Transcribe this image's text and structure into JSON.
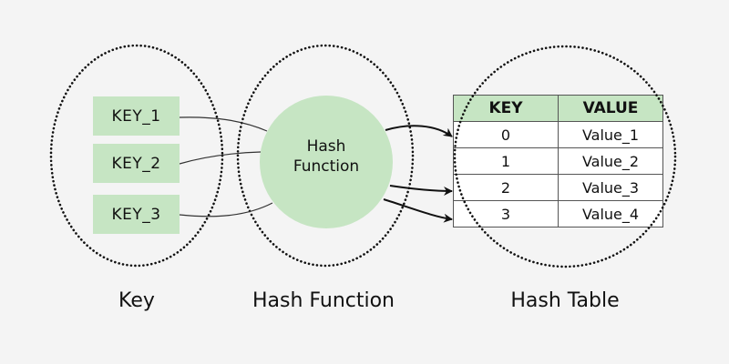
{
  "colors": {
    "background": "#f4f4f4",
    "accent_green": "#c6e5c3",
    "line": "#222222"
  },
  "keys_group": {
    "items": [
      "KEY_1",
      "KEY_2",
      "KEY_3"
    ],
    "label": "Key"
  },
  "hash_function": {
    "circle_text_line1": "Hash",
    "circle_text_line2": "Function",
    "label": "Hash Function"
  },
  "hash_table": {
    "headers": [
      "KEY",
      "VALUE"
    ],
    "rows": [
      {
        "key": "0",
        "value": "Value_1"
      },
      {
        "key": "1",
        "value": "Value_2"
      },
      {
        "key": "2",
        "value": "Value_3"
      },
      {
        "key": "3",
        "value": "Value_4"
      }
    ],
    "label": "Hash Table"
  },
  "connections": {
    "inputs": [
      {
        "from": "KEY_1",
        "to": "Hash Function"
      },
      {
        "from": "KEY_2",
        "to": "Hash Function"
      },
      {
        "from": "KEY_3",
        "to": "Hash Function"
      }
    ],
    "outputs": [
      {
        "from": "Hash Function",
        "to_row_key": "0"
      },
      {
        "from": "Hash Function",
        "to_row_key": "2"
      },
      {
        "from": "Hash Function",
        "to_row_key": "3"
      }
    ]
  }
}
